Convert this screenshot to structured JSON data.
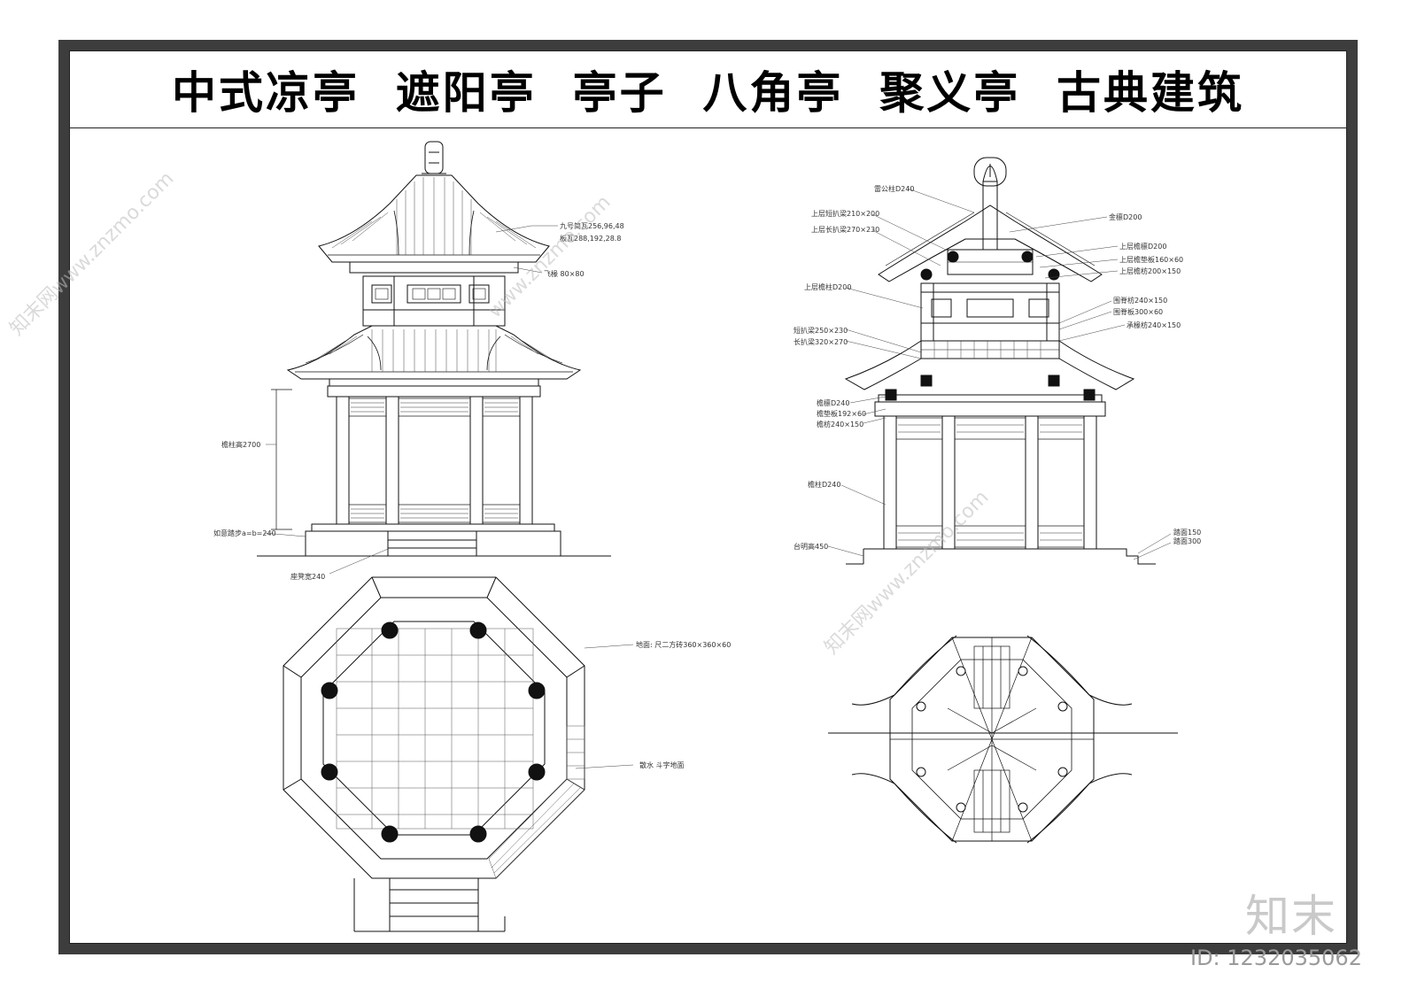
{
  "title": "中式凉亭  遮阳亭  亭子  八角亭  聚义亭  古典建筑",
  "elevation_labels": [
    "九号简瓦256,96,48",
    "板瓦288,192,28.8",
    "飞椽 80×80",
    "檐柱高2700",
    "如意踏步a=b=240",
    "座凳宽240"
  ],
  "section_labels": [
    "雷公柱D240",
    "上层短扒梁210×200",
    "上层长扒梁270×230",
    "金檩D200",
    "上层檐檩D200",
    "上层檐垫板160×60",
    "上层檐枋200×150",
    "上层檐柱D200",
    "围脊枋240×150",
    "围脊板300×60",
    "承椽枋240×150",
    "短扒梁250×230",
    "长扒梁320×270",
    "檐檩D240",
    "檐垫板192×60",
    "檐枋240×150",
    "檐柱D240",
    "台明高450",
    "踏面150",
    "踏面300"
  ],
  "plan_labels": [
    "地面: 尺二方砖360×360×60",
    "散水 斗字地面"
  ],
  "watermarks": [
    "知末网www.znzmo.com",
    "www.znzmo.com",
    "知末网www.znzmo.com"
  ],
  "brand": "知末",
  "id_text": "ID: 1232035062"
}
